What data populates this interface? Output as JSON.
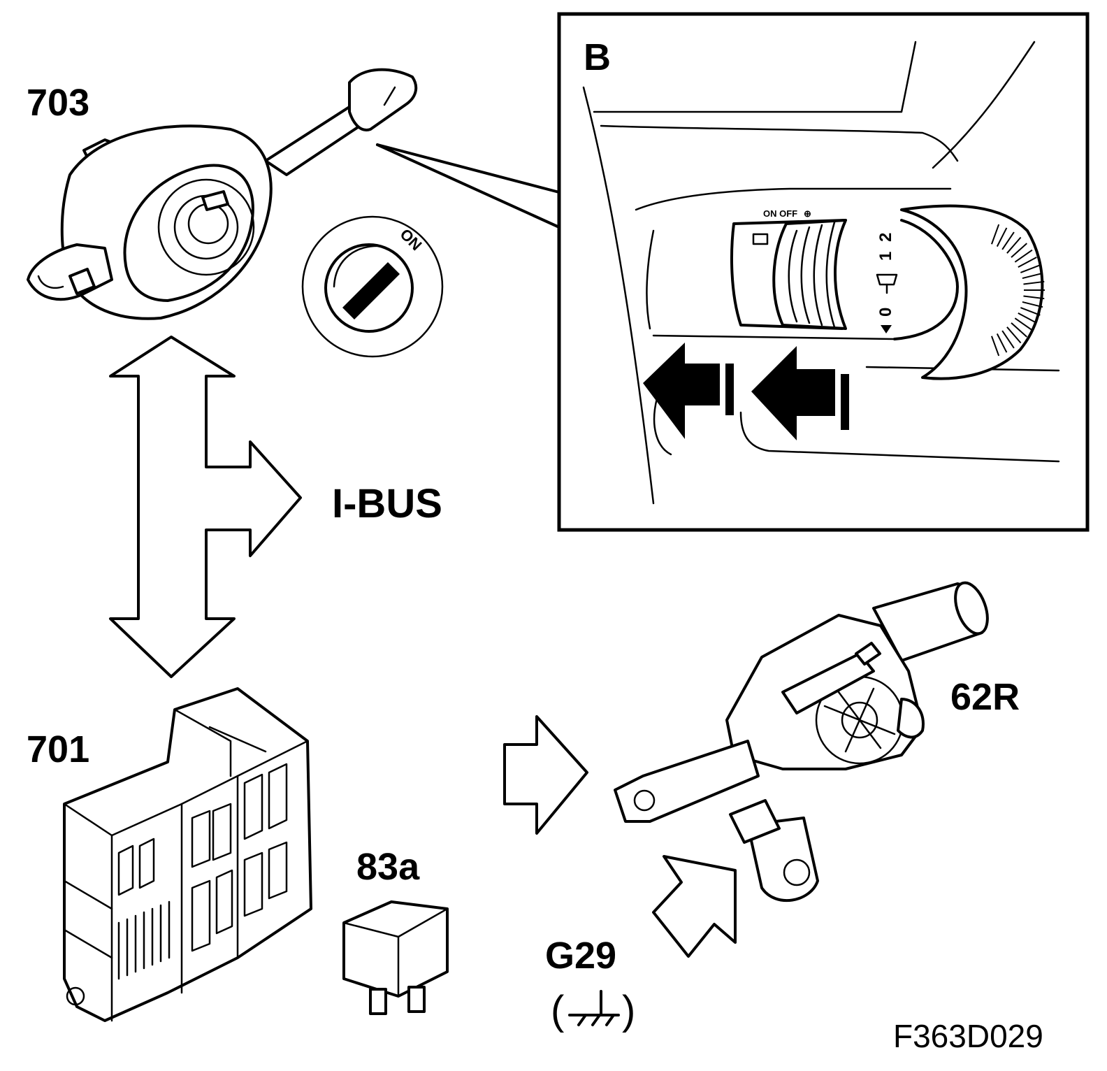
{
  "labels": {
    "switch_unit": "703",
    "inset": "B",
    "bus": "I-BUS",
    "control_module": "701",
    "relay": "83a",
    "ground_point": "G29",
    "wiper_motor": "62R",
    "figure_code": "F363D029"
  },
  "ignition": {
    "position_text": "ON"
  },
  "inset_switch": {
    "mode_text": "ON OFF",
    "positions": [
      "2",
      "1",
      "0"
    ]
  }
}
